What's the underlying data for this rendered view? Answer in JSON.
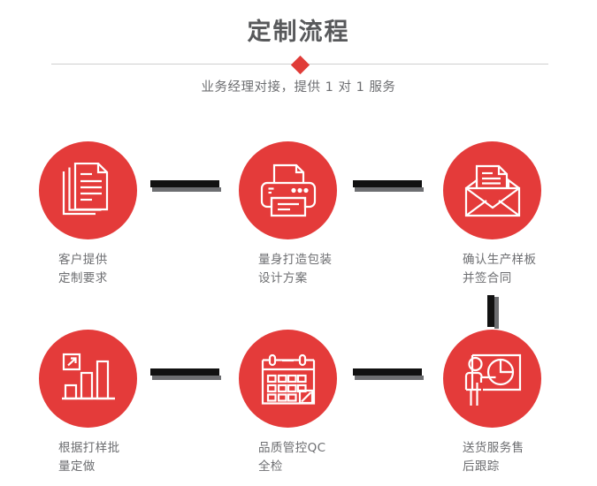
{
  "header": {
    "title": "定制流程",
    "subtitle": "业务经理对接，提供 1 对 1 服务",
    "divider_icon": "diamond-icon",
    "accent_color": "#e43b3a",
    "title_color": "#58595b",
    "text_color": "#6d6e71"
  },
  "flow": {
    "steps": [
      {
        "index": "1",
        "icon": "documents-icon",
        "label": "客户提供\n定制要求"
      },
      {
        "index": "2",
        "icon": "printer-icon",
        "label": "量身打造包装\n设计方案"
      },
      {
        "index": "3",
        "icon": "envelope-letter-icon",
        "label": "确认生产样板\n并签合同"
      },
      {
        "index": "4",
        "icon": "bar-chart-growth-icon",
        "label": "根据打样批\n量定做"
      },
      {
        "index": "5",
        "icon": "calendar-check-icon",
        "label": "品质管控QC\n全检"
      },
      {
        "index": "6",
        "icon": "presenter-pie-chart-icon",
        "label": "送货服务售\n后跟踪"
      }
    ],
    "connectors": [
      {
        "name": "connector-step1-step2",
        "orientation": "horizontal"
      },
      {
        "name": "connector-step2-step3",
        "orientation": "horizontal"
      },
      {
        "name": "connector-step3-step6",
        "orientation": "vertical"
      },
      {
        "name": "connector-step4-step5",
        "orientation": "horizontal"
      },
      {
        "name": "connector-step5-step6",
        "orientation": "horizontal"
      }
    ],
    "connector_color": "#111111",
    "connector_shadow_color": "#6d6e71"
  }
}
